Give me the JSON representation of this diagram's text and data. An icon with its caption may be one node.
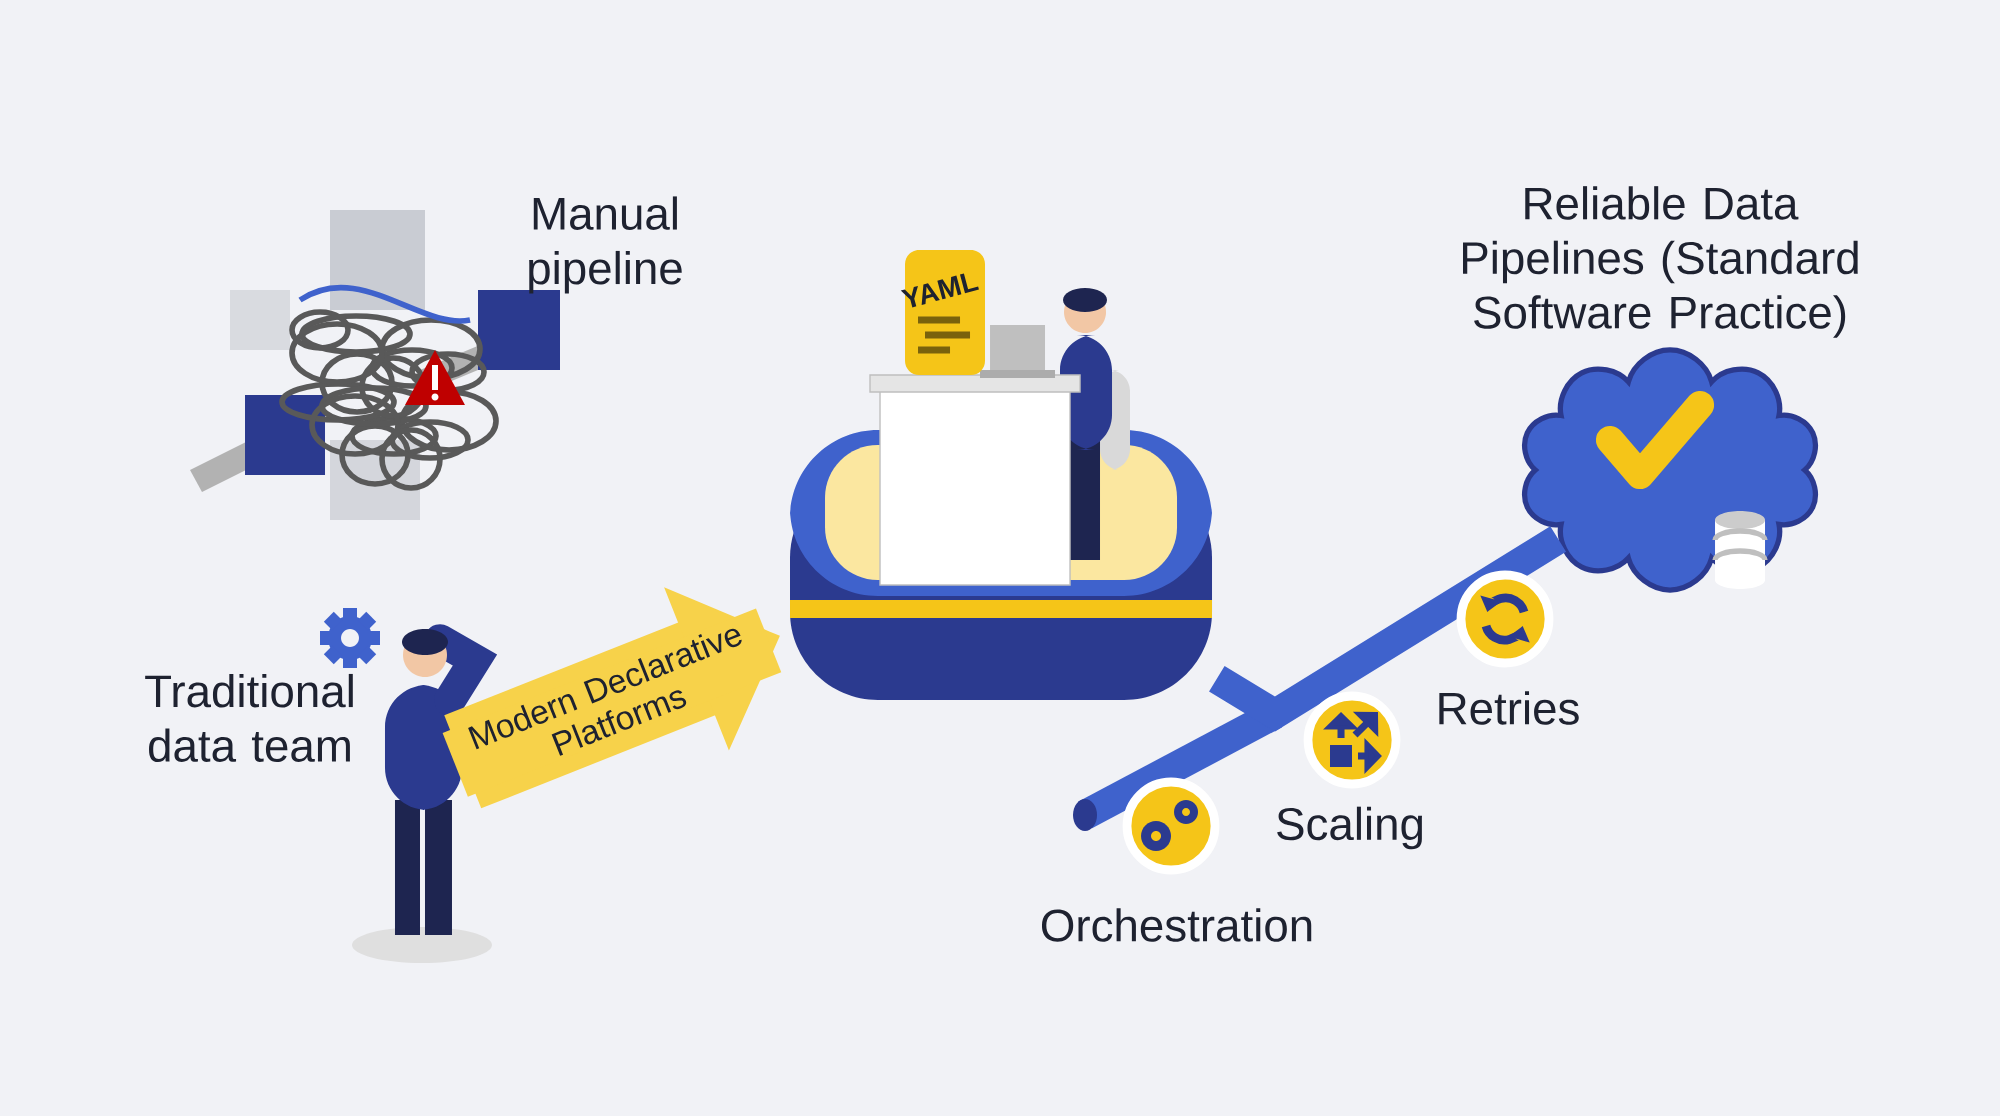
{
  "diagram": {
    "nodes": [
      {
        "text": [],
        "shape": "person",
        "beside": [
          "Traditional data team"
        ]
      },
      {
        "text": [],
        "shape": "picture"
      },
      {
        "text": [],
        "shape": "cloud",
        "beside": [
          "Reliable Data Pipelines (Standard Software Practice)"
        ]
      }
    ],
    "edges": [
      {
        "from": 0,
        "to": 1,
        "arrow": "to",
        "label": "Modern Declarative Platforms",
        "style": "thick",
        "color": "#f7d24a"
      },
      {
        "from": 1,
        "to": 2,
        "arrow": "none",
        "color": "#3f62cc"
      }
    ],
    "labels": [
      "Manual pipeline",
      "YAML",
      "Orchestration",
      "Scaling",
      "Retries"
    ]
  }
}
